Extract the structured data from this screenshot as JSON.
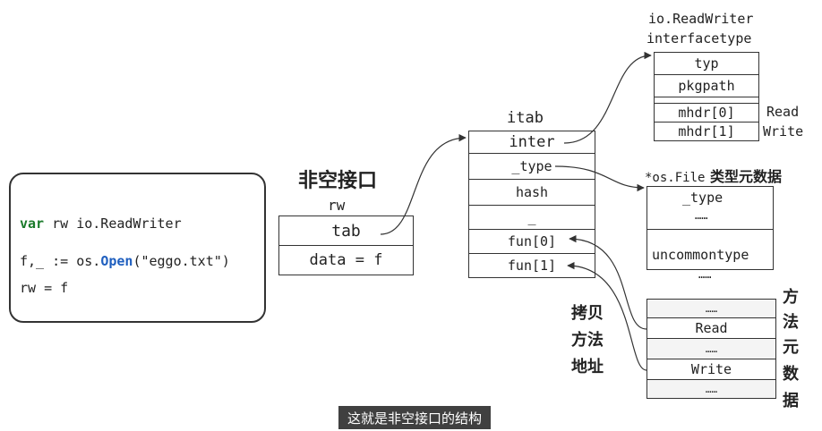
{
  "code": {
    "line1_kw": "var",
    "line1_rest": " rw io.ReadWriter",
    "line2_a": "f,_ := os.",
    "line2_fn": "Open",
    "line2_b": "(\"eggo.txt\")",
    "line3": "rw = f"
  },
  "heading": "非空接口",
  "rw": {
    "label": "rw",
    "tab": "tab",
    "data": "data = f"
  },
  "itab": {
    "label": "itab",
    "rows": [
      "inter",
      "_type",
      "hash",
      "_",
      "fun[0]",
      "fun[1]"
    ]
  },
  "copy_label": [
    "拷贝",
    "方法",
    "地址"
  ],
  "interfacetype": {
    "title_line1": "io.ReadWriter",
    "title_line2": "interfacetype",
    "rows": [
      "typ",
      "pkgpath",
      "mhdr[0]",
      "mhdr[1]"
    ],
    "side_labels": [
      "Read",
      "Write"
    ]
  },
  "os_file": {
    "title_prefix": "*os.File",
    "title_cjk": " 类型元数据",
    "rows": [
      "_type",
      "……",
      "uncommontype"
    ],
    "below": "……"
  },
  "method_meta": {
    "rows": [
      "……",
      "Read",
      "……",
      "Write",
      "……"
    ],
    "side_label": [
      "方",
      "法",
      "元",
      "数",
      "据"
    ]
  },
  "subtitle": "这就是非空接口的结构",
  "colors": {
    "keyword": "#1a7a2a",
    "function": "#1f5fbf",
    "line": "#333333",
    "subtitle_bg": "#1e1e1e"
  }
}
